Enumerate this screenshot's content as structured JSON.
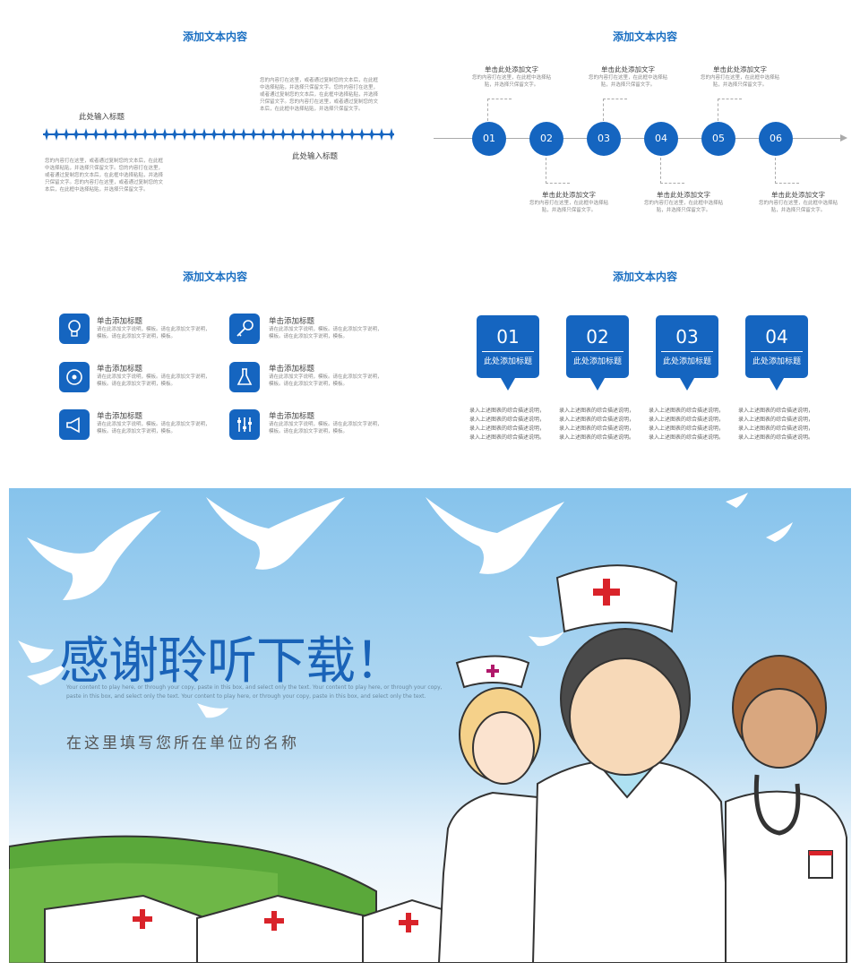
{
  "panel1": {
    "title": "添加文本内容",
    "label_left": "此处输入标题",
    "label_right": "此处输入标题",
    "text_top": "您的内容打在这里，或者通过复制您的文本后，在此框中选择粘贴，并选择只保留文字。您的内容打在这里，或者通过复制您的文本后，在此框中选择粘贴，并选择只保留文字。您的内容打在这里，或者通过复制您的文本后，在此框中选择粘贴，并选择只保留文字。",
    "text_bottom": "您的内容打在这里，或者通过复制您的文本后，在此框中选择粘贴，并选择只保留文字。您的内容打在这里，或者通过复制您的文本后，在此框中选择粘贴，并选择只保留文字。您的内容打在这里，或者通过复制您的文本后，在此框中选择粘贴，并选择只保留文字。"
  },
  "panel2": {
    "title": "添加文本内容",
    "steps": [
      "01",
      "02",
      "03",
      "04",
      "05",
      "06"
    ],
    "top_titles": [
      "单击此处添加文字",
      "单击此处添加文字",
      "单击此处添加文字"
    ],
    "bottom_titles": [
      "单击此处添加文字",
      "单击此处添加文字",
      "单击此处添加文字"
    ],
    "desc": "您的内容打在这里，在此框中选择粘贴，并选择只保留文字。"
  },
  "panel3": {
    "title": "添加文本内容",
    "items": [
      {
        "icon": "lightbulb-icon",
        "title": "单击添加标题",
        "text": "请在此添加文字说明，模板。请在此添加文字说明，模板。请在此添加文字说明，模板。"
      },
      {
        "icon": "key-icon",
        "title": "单击添加标题",
        "text": "请在此添加文字说明，模板。请在此添加文字说明，模板。请在此添加文字说明，模板。"
      },
      {
        "icon": "disc-icon",
        "title": "单击添加标题",
        "text": "请在此添加文字说明，模板。请在此添加文字说明，模板。请在此添加文字说明，模板。"
      },
      {
        "icon": "flask-icon",
        "title": "单击添加标题",
        "text": "请在此添加文字说明，模板。请在此添加文字说明，模板。请在此添加文字说明，模板。"
      },
      {
        "icon": "megaphone-icon",
        "title": "单击添加标题",
        "text": "请在此添加文字说明，模板。请在此添加文字说明，模板。请在此添加文字说明，模板。"
      },
      {
        "icon": "sliders-icon",
        "title": "单击添加标题",
        "text": "请在此添加文字说明，模板。请在此添加文字说明，模板。请在此添加文字说明，模板。"
      }
    ]
  },
  "panel4": {
    "title": "添加文本内容",
    "cards": [
      {
        "num": "01",
        "label": "此处添加标题"
      },
      {
        "num": "02",
        "label": "此处添加标题"
      },
      {
        "num": "03",
        "label": "此处添加标题"
      },
      {
        "num": "04",
        "label": "此处添加标题"
      }
    ],
    "desc": "录入上述图表的综合描述说明，录入上述图表的综合描述说明，录入上述图表的综合描述说明，录入上述图表的综合描述说明。"
  },
  "banner": {
    "headline": "感谢聆听下载！",
    "english": "Your content to play here, or through your copy, paste in this box, and select only the text. Your content to play here, or through your copy, paste in this box, and select only the text. Your content to play here, or through your copy, paste in this box, and select only the text.",
    "subtitle": "在这里填写您所在单位的名称"
  },
  "colors": {
    "accent": "#1565c0",
    "title_blue": "#1a6fc2",
    "sky": "#8ec9ee",
    "grass": "#5aa83a"
  }
}
